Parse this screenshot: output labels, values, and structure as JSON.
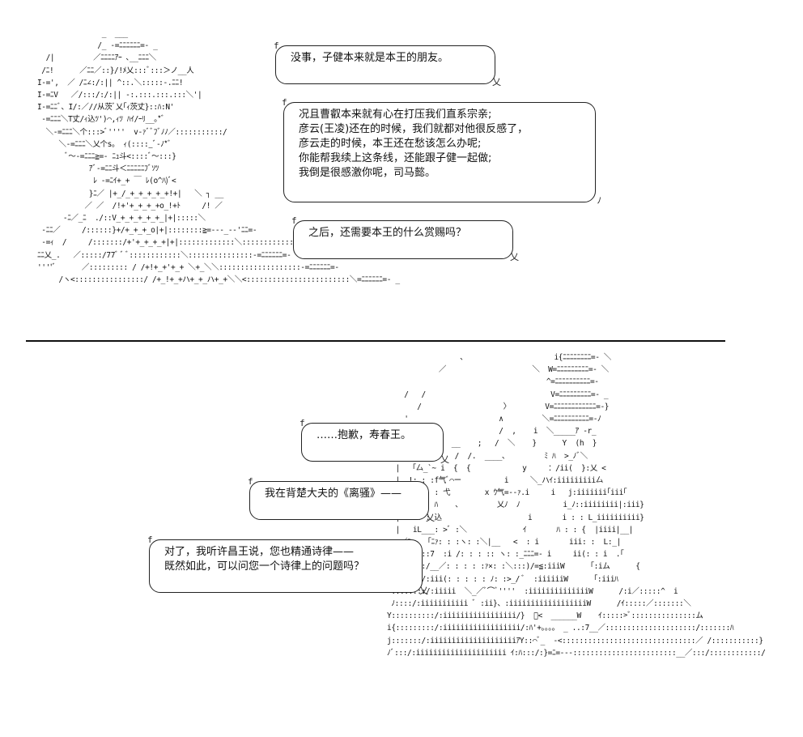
{
  "top_panel": {
    "bubbles": [
      {
        "lines": [
          "没事，子健本来就是本王的朋友。"
        ]
      },
      {
        "lines": [
          "况且曹叡本来就有心在打压我们直系宗亲;",
          "彦云(王凌)还在的时候，我们就都对他很反感了，",
          "彦云走的时候，本王还在愁该怎么办呢;",
          "你能帮我续上这条线，还能跟子健一起做;",
          "我倒是很感激你呢，司马懿。"
        ]
      },
      {
        "lines": [
          "之后，还需要本王的什么赏赐吗？"
        ]
      }
    ],
    "art": [
      "                  _  ___",
      "                 /_ -=ﾆﾆﾆﾆﾆﾆ=- _",
      "     /|         ／ﾆﾆﾆﾆｱｰ ､__ﾆﾆﾆ＼",
      "    /ﾆ!      ／ﾆﾆ／::}/!ﾒ乂:::ﾞ:::＞ノ__人",
      "   I-=',  ／ /ﾆ∠:/:|| ^::.＼:::::-.ﾆﾆ!",
      "   I-=ﾆV   ／/:::/:/:|| -:.:::.:::.:::＼'|",
      "   I-=ﾆﾆﾞ、I/:／//从茨ﾞ乂｢ｨ茨丈}::ﾊ:N'",
      "    -=ﾆﾆﾆ＼T丈/ｨ込ﾂ')⌒,ｨﾂ ﾊｲ/ｰﾘ__｡*ﾞ",
      "     ＼-=ﾆﾆﾆ＼个:::>ﾞ''''  v-ｧﾞﾞﾌﾞﾉﾉ／:::::::::::/",
      "        ＼-=ﾆﾆﾆ＼乂个s。 ｨ(::::_ﾞ-ﾉ*ﾞ",
      "          ﾞ～-=ﾆﾆﾆ≧=- ﾆｭ斗<::::ﾞ～:::}",
      "               ｱﾞ-=ﾆﾆ斗＜ﾆﾆﾆﾆﾆﾌﾞｿﾂ",
      "                ﾚ -=ﾆｲ+_+ ￣ ﾚ(o^ﾊ)ﾞ<",
      "               }ﾆ／ |+_/_+_+_+_+_+!+|   ＼ ┐ __",
      "              ／ ／  /!+'+_+_+_+o_!+ﾄ     /! ／",
      "         -ﾆ／_ﾆ  ./::V_+_+_+_+_+_|+|:::::＼",
      "    -ﾆﾆ／     /::::::}+/+_+_+_o|+|::::::::≧=---_--'ﾆﾆ=-",
      "    -=ｨ  /     /:::::::/+'+_+_+_+|+|:::::::::::::＼:::::::::::::-=ﾆﾆﾆﾆﾆ=-",
      "   ﾆﾆ乂_.   ／:::::/77ﾞ ﾞ ﾞ::::::::::::＼:::::::::::::::-=ﾆﾆﾆﾆﾆﾆ=-",
      "   ''''ﾞ      ／::::::::: / /+!+_+'+_+ ＼+_＼＼:::::::::::::::::::-=ﾆﾆﾆﾆﾆﾆ=-",
      "        /ヽ<::::::::::::::::/ /+_!+_+ハ+_+_ハ+_+＼＼<::::::::::::::::::::::::＼=ﾆﾆﾆﾆﾆﾆ=- _"
    ]
  },
  "bottom_panel": {
    "bubbles": [
      {
        "lines": [
          "……抱歉，寿春王。"
        ]
      },
      {
        "lines": [
          "我在背楚大夫的《离骚》——"
        ]
      },
      {
        "lines": [
          "对了，我听许昌王说，您也精通诗律——",
          "既然如此，可以问您一个诗律上的问题吗？"
        ]
      }
    ],
    "art": [
      "                 ､                     i{ﾆﾆﾆﾆﾆﾆﾆﾆ=- ＼",
      "            ／                    ＼  W=ﾆﾆﾆﾆﾆﾆﾆﾆﾆ=- ＼",
      "                                     ^=ﾆﾆﾆﾆﾆﾆﾆﾆﾆﾆ=- ",
      "    /   /                             V=ﾆﾆﾆﾆﾆﾆﾆﾆﾆ=- _",
      "       /                   〉        V=ﾆﾆﾆﾆﾆﾆﾆﾆﾆﾆﾆﾆ=-}",
      "    '                     ∧         ＼=ﾆﾆﾆﾆﾆﾆﾆﾆﾆﾆ=-ﾉ",
      "  ;  '                    /  ,    i  ＼_____ｱ -r_",
      "  |   j{_i _|  __    ;   /  ＼    }      Y  (h  }",
      "  |  从 } i     /  /.  ____､         ﾐ ﾊ  >_ﾉﾞ＼",
      "  |  「厶_`~ i  {  {            y     ：/ii(  }:乂 <",
      "  |  !: : :f气ﾞ⌒ー          i     ＼_ハｲ:iiiiiiiii厶",
      "  |   |: : : 弋        x ｳ气=--ｧ.i     i   j:iiiiiii｢iii｢",
      "  |   |: : ﾊ    、        乂ﾉ  ﾉ          i_ﾉ::iiiiiiii|:iii}",
      "  |   i: : 込                    i       i : : L_iiiiiiiiii}",
      "  |   iL___: >ﾞ :＼             ｲ       ﾊ : : {  |iiii|__|",
      "   ／ﾆ   「ﾆｧ: : :ヽ: :＼|__   <  : i       iii: :  L:_|",
      "  ./::::::7  :i /: : : :: ヽ: :_ﾆﾆﾆ=- i     ii(: : i  .｢",
      "  /::::::/__／: : : : :ｧ×: :＼:::)/=≦:iiiW      ｢:iム      {",
      "  .:::::/:iii(: : : : : ﾉ: :>_/ ﾞ  :iiiiiiW      ｢:iiiﾊ",
      " ::::::::/:iiiii  ＼_／ﾞ⌒ﾞ''''  :iiiiiiiiiiiiiiW      /:i／:::::^  i",
      " ﾉ::::/:iiiiiiiiiii ﾞ :ii}、:iiiiiiiiiiiiiiiiiiW      /ｲ:::::／:::::::＼",
      "Y::::::::::/:iiiiiiiiiiiiiiiii/}  ﾞ<  ______W    ｲ:::::>ﾞ:::::::::::::::ム",
      "i{:::::::::/:iiiiiiiiiiiiiiiiii/:ﾊ'+。。。。 _ ..:7__／:::::::::::::::::::::/:::::::ﾊ",
      "j:::::::/:iiiiiiiiiiiiiiiiiiiiｱY::⌒ﾞ_  -<:::::::::::::::::::::::::::::::／ /:::::::::::}",
      "ﾉﾞ:::/:iiiiiiiiiiiiiiiiiiiii ｲ:ﾊ:::/:}=ﾆ=---::::::::::::::::::::::::__／:::/::::::::::::/"
    ]
  }
}
